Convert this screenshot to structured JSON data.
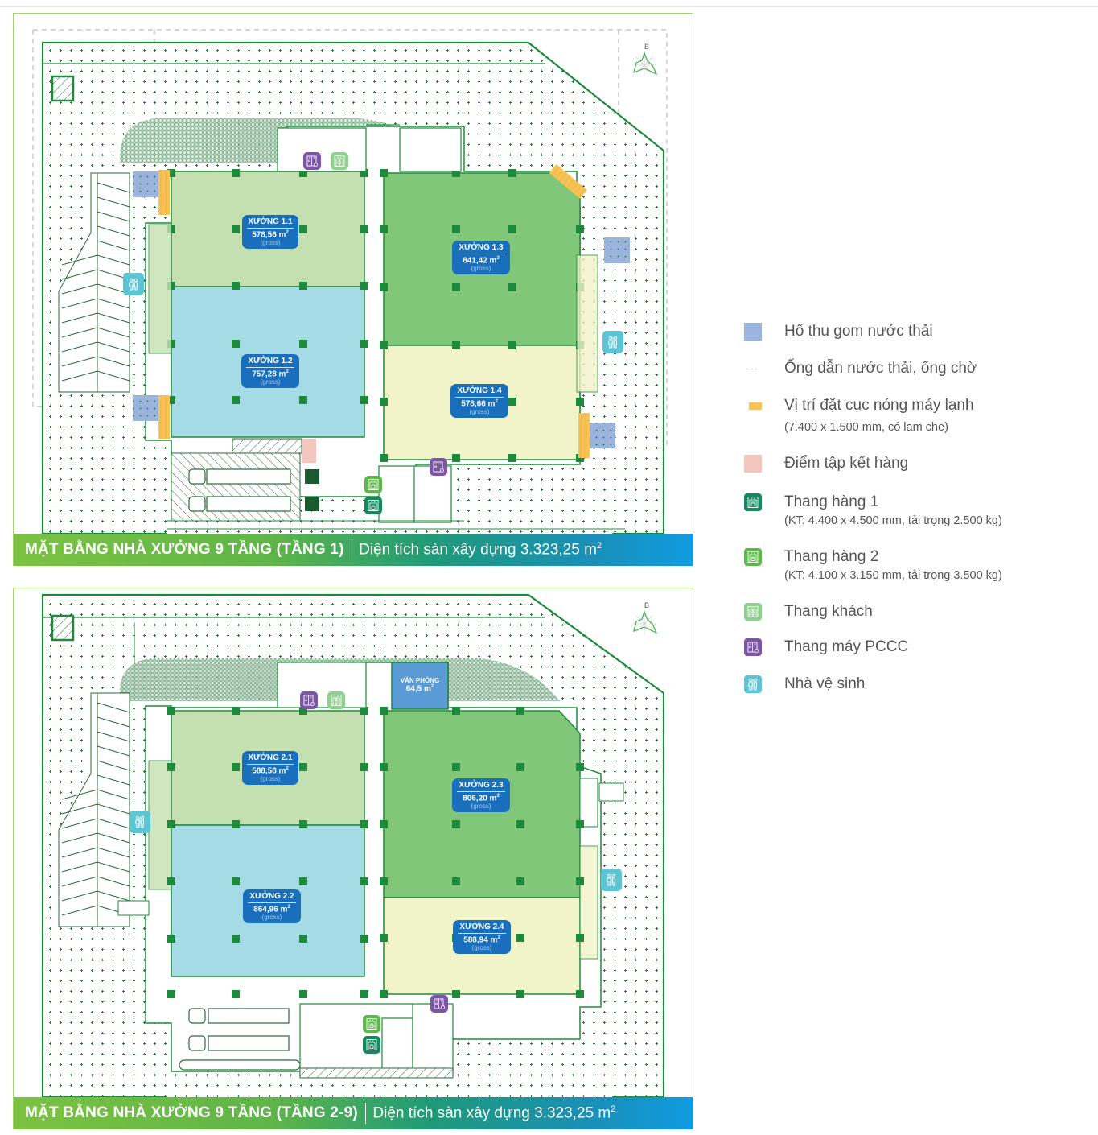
{
  "colors": {
    "zone_light_green": "#c5e0b0",
    "zone_blue": "#a4dbe5",
    "zone_green": "#80c779",
    "zone_cream": "#f1f3c9",
    "label_blue": "#1a6fbd",
    "office_blue": "#5b9bd5",
    "wall_green": "#1e8a3c",
    "sump": "#9ab4dd",
    "ac_unit": "#f9c254",
    "gathering": "#f2c6bc",
    "lift_cargo1": "#138a5e",
    "lift_cargo2": "#5cb84a",
    "lift_passenger": "#90d08e",
    "lift_fire": "#7d55a6",
    "toilet": "#5bc5d6"
  },
  "plan1": {
    "title": "MẶT BẰNG NHÀ XƯỞNG 9 TẦNG (TẦNG 1)",
    "area_text": "Diện tích sàn xây dựng 3.323,25 m",
    "area_sup": "2",
    "compass_label": "B",
    "zones": [
      {
        "name": "XƯỞNG 1.1",
        "area": "578,56 m",
        "sup": "2",
        "gross": "(gross)"
      },
      {
        "name": "XƯỞNG 1.2",
        "area": "757,28 m",
        "sup": "2",
        "gross": "(gross)"
      },
      {
        "name": "XƯỞNG 1.3",
        "area": "841,42 m",
        "sup": "2",
        "gross": "(gross)"
      },
      {
        "name": "XƯỞNG 1.4",
        "area": "578,66 m",
        "sup": "2",
        "gross": "(gross)"
      }
    ]
  },
  "plan2": {
    "title": "MẶT BẰNG NHÀ XƯỞNG 9 TẦNG (TẦNG 2-9)",
    "area_text": "Diện tích sàn xây dựng 3.323,25 m",
    "area_sup": "2",
    "compass_label": "B",
    "office": {
      "name": "VĂN PHÒNG",
      "area": "64,5 m",
      "sup": "2"
    },
    "zones": [
      {
        "name": "XƯỞNG 2.1",
        "area": "588,58 m",
        "sup": "2",
        "gross": "(gross)"
      },
      {
        "name": "XƯỞNG 2.2",
        "area": "864,96 m",
        "sup": "2",
        "gross": "(gross)"
      },
      {
        "name": "XƯỞNG 2.3",
        "area": "806,20 m",
        "sup": "2",
        "gross": "(gross)"
      },
      {
        "name": "XƯỞNG 2.4",
        "area": "588,94 m",
        "sup": "2",
        "gross": "(gross)"
      }
    ]
  },
  "legend": [
    {
      "icon": "sump-square",
      "label": "Hố thu gom nước thải"
    },
    {
      "icon": "dashed-line",
      "label": "Ống dẫn nước thải, ống chờ"
    },
    {
      "icon": "ac-unit-bar",
      "label": "Vị trí đặt cục nóng máy lạnh",
      "sub": "(7.400 x 1.500 mm, có lam che)"
    },
    {
      "icon": "gathering-square",
      "label": "Điểm tập kết hàng"
    },
    {
      "icon": "cargo-lift-1-icon",
      "label": "Thang hàng 1",
      "sub": "(KT: 4.400 x 4.500 mm, tải trọng 2.500 kg)"
    },
    {
      "icon": "cargo-lift-2-icon",
      "label": "Thang hàng 2",
      "sub": "(KT: 4.100 x 3.150 mm, tải trọng 3.500 kg)"
    },
    {
      "icon": "passenger-lift-icon",
      "label": "Thang khách"
    },
    {
      "icon": "fire-lift-icon",
      "label": "Thang máy PCCC"
    },
    {
      "icon": "toilet-icon",
      "label": "Nhà vệ sinh"
    }
  ]
}
